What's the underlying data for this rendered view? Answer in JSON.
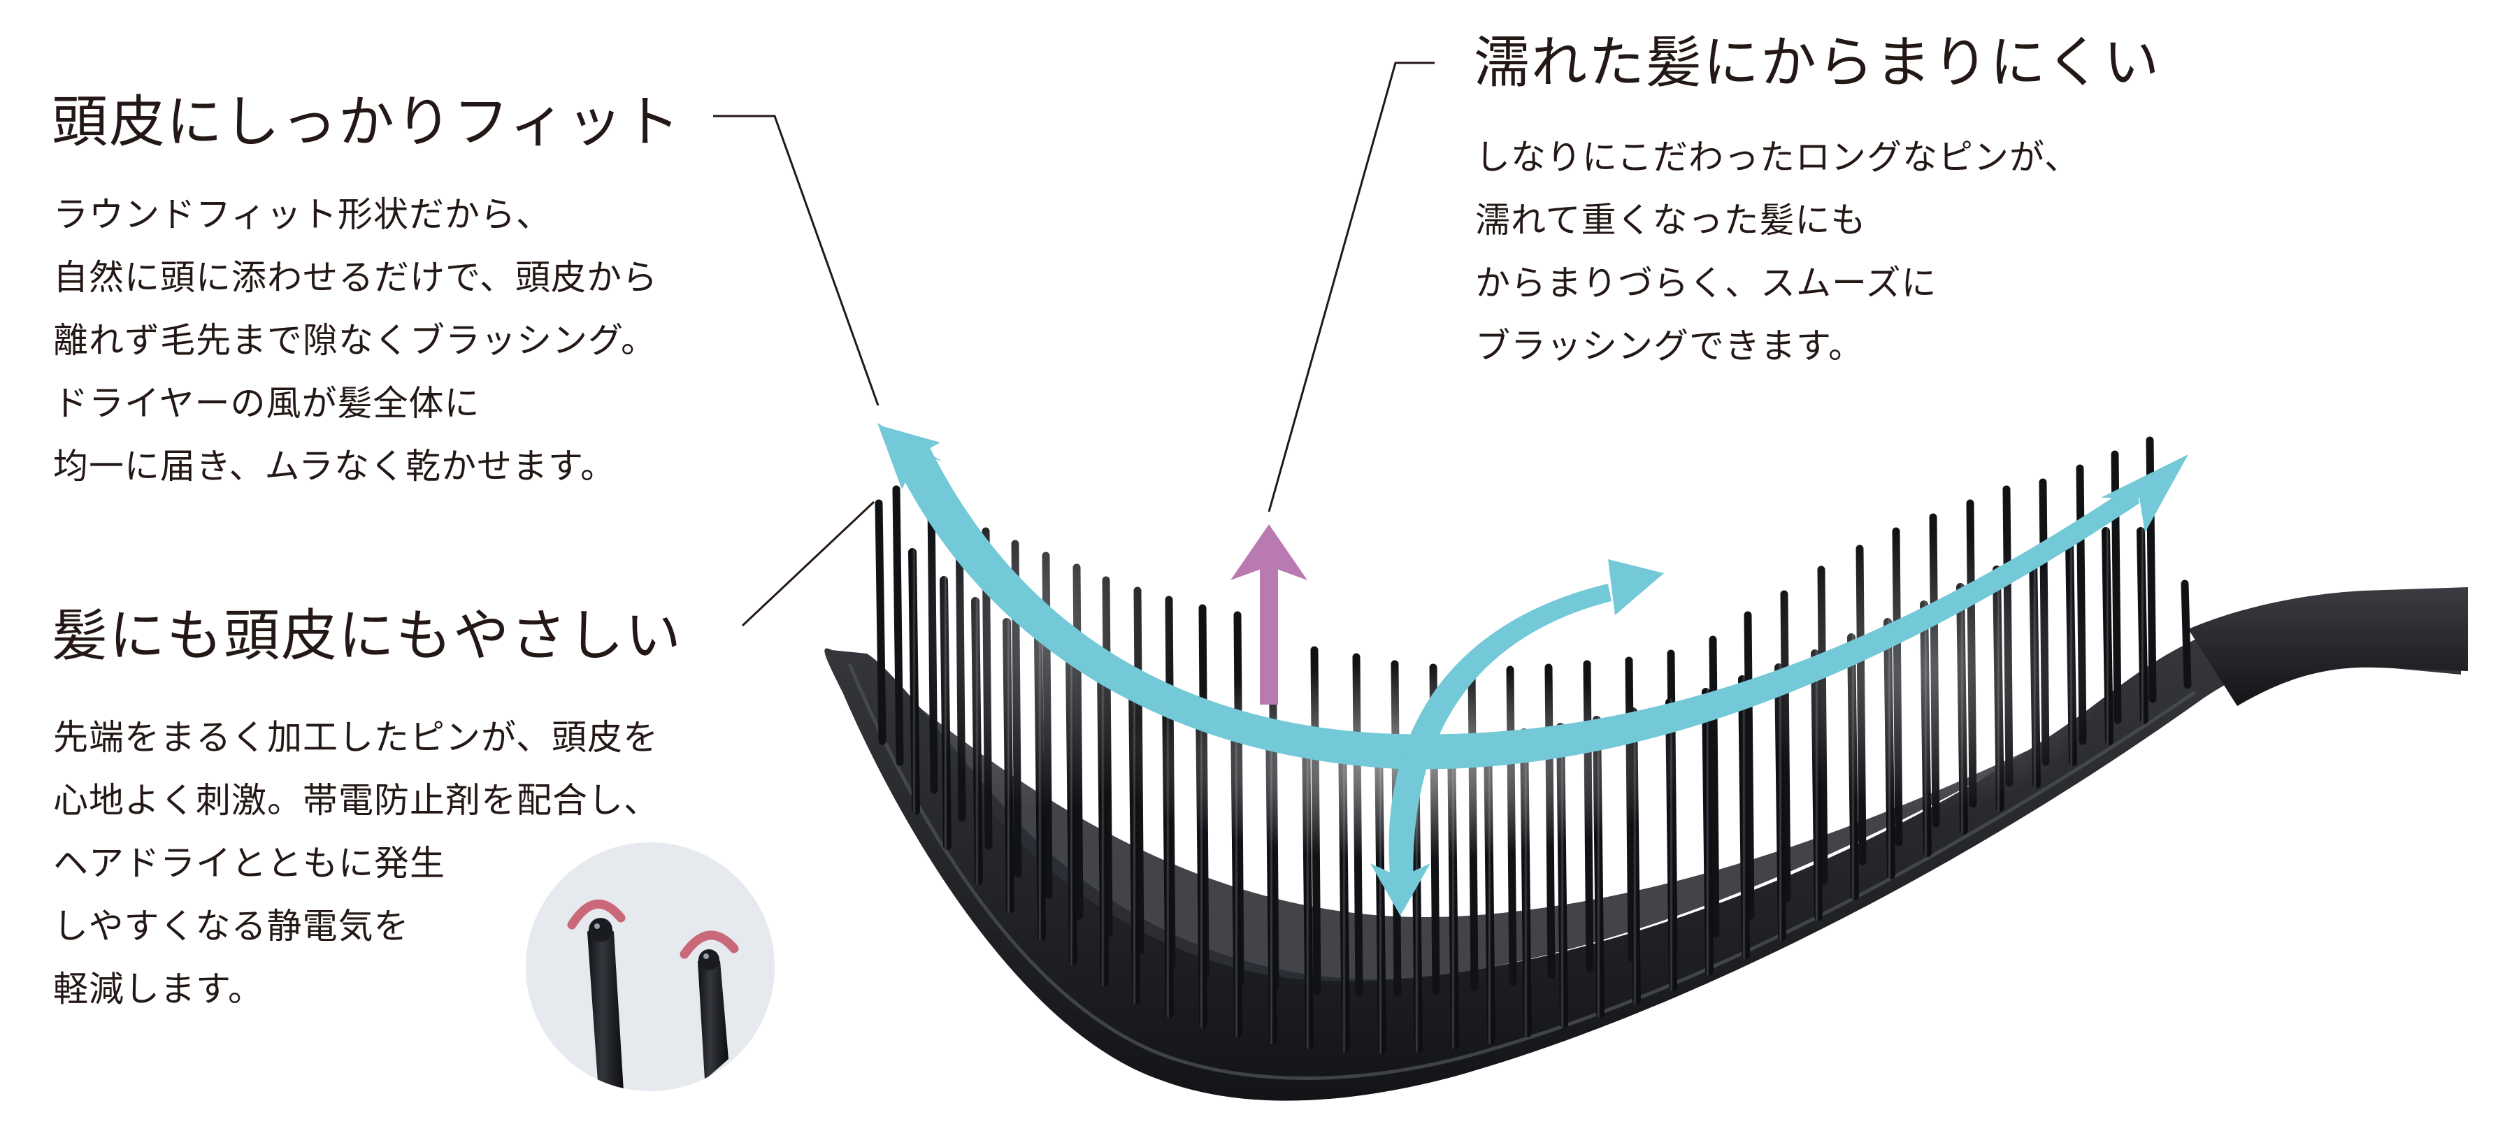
{
  "features": [
    {
      "id": "scalp-fit",
      "heading": "頭皮にしっかりフィット",
      "lines": [
        "ラウンドフィット形状だから、",
        "自然に頭に添わせるだけで、頭皮から",
        "離れず毛先まで隙なくブラッシング。",
        "ドライヤーの風が髪全体に",
        "均一に届き、ムラなく乾かせます。"
      ]
    },
    {
      "id": "gentle",
      "heading": "髪にも頭皮にもやさしい",
      "lines": [
        "先端をまるく加工したピンが、頭皮を",
        "心地よく刺激。帯電防止剤を配合し、",
        "ヘアドライとともに発生",
        "しやすくなる静電気を",
        "軽減します。"
      ]
    },
    {
      "id": "wet-hair",
      "heading": "濡れた髪にからまりにくい",
      "lines": [
        "しなりにこだわったロングなピンが、",
        "濡れて重くなった髪にも",
        "からまりづらく、スムーズに",
        "ブラッシングできます。"
      ]
    }
  ],
  "colors": {
    "text": "#231815",
    "airflow_arrow": "#74c9d8",
    "lift_arrow": "#b87ab0",
    "static_arc": "#c96878",
    "inset_bg": "#e6e9ee",
    "brush_body": "#1c1d21"
  },
  "icons": {
    "airflow": "curved-arrow-icon",
    "lift": "up-arrow-icon",
    "static": "arc-icon"
  }
}
